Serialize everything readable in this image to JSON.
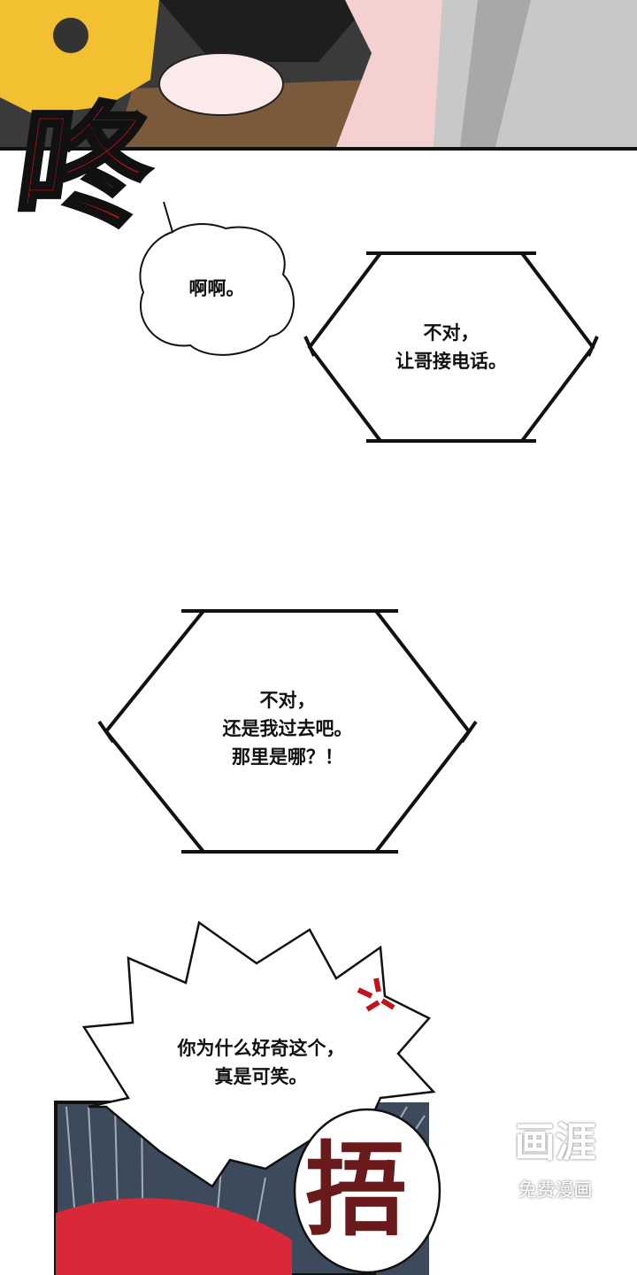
{
  "panels": {
    "top": {
      "sfx": "咚"
    },
    "bubble_cloud": {
      "text": "啊啊。"
    },
    "bubble_hex_1": {
      "text": "不对，\n让哥接电话。"
    },
    "bubble_hex_2": {
      "text": "不对，\n还是我过去吧。\n那里是哪？！"
    },
    "bubble_spiky": {
      "text": "你为什么好奇这个，\n真是可笑。"
    },
    "bottom": {
      "sfx": "捂"
    }
  },
  "watermark": {
    "logo": "画涯",
    "caption": "免费漫画"
  },
  "colors": {
    "sfx_red": "#c0141a",
    "panel_bg": "#3c4a5c",
    "hair_red": "#d8283a"
  }
}
